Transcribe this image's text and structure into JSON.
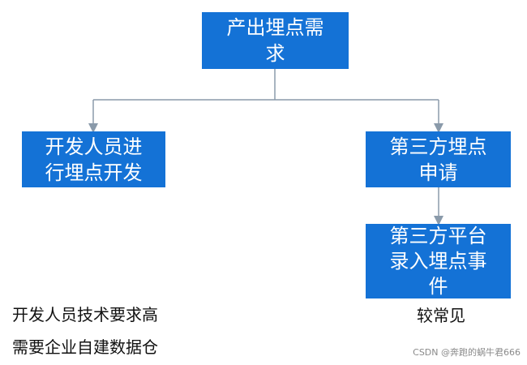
{
  "nodes": {
    "top": {
      "line1": "产出埋点需",
      "line2": "求"
    },
    "left": {
      "line1": "开发人员进",
      "line2": "行埋点开发"
    },
    "right": {
      "line1": "第三方埋点",
      "line2": "申请"
    },
    "bottom": {
      "line1": "第三方平台",
      "line2": "录入埋点事",
      "line3": "件"
    }
  },
  "notes": {
    "left_line1": "开发人员技术要求高",
    "left_line2": "需要企业自建数据仓",
    "right": "较常见"
  },
  "watermark": "CSDN @奔跑的蜗牛君666",
  "colors": {
    "box": "#1472d6",
    "connector": "#8a9aaa"
  }
}
